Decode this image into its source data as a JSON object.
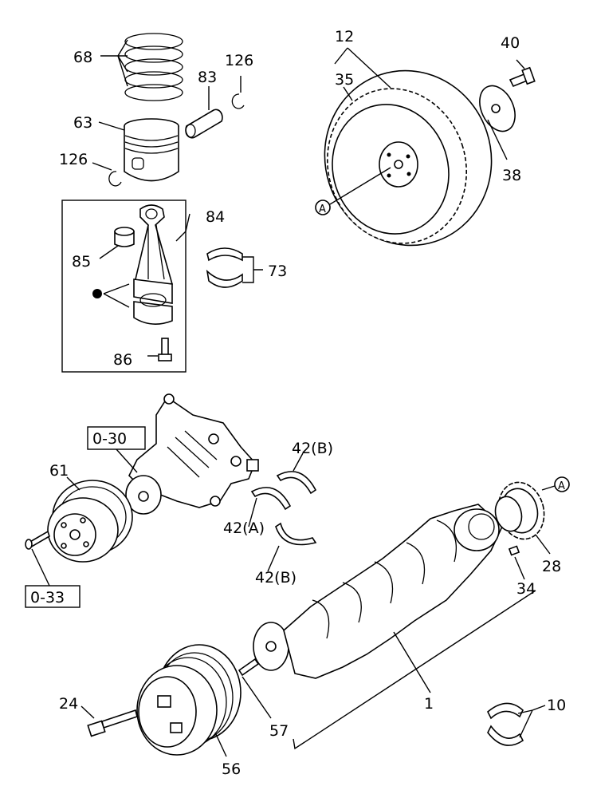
{
  "labels": {
    "p68": "68",
    "p126a": "126",
    "p83": "83",
    "p63": "63",
    "p126b": "126",
    "p84": "84",
    "p85": "85",
    "p73": "73",
    "p86": "86",
    "p12": "12",
    "p35": "35",
    "p40": "40",
    "p38": "38",
    "refA1": "A",
    "ref030": "0-30",
    "p61": "61",
    "p42B1": "42(B)",
    "p42A": "42(A)",
    "p42B2": "42(B)",
    "ref033": "0-33",
    "refA2": "A",
    "p28": "28",
    "p34": "34",
    "p1": "1",
    "p24": "24",
    "p57": "57",
    "p56": "56",
    "p10": "10"
  }
}
